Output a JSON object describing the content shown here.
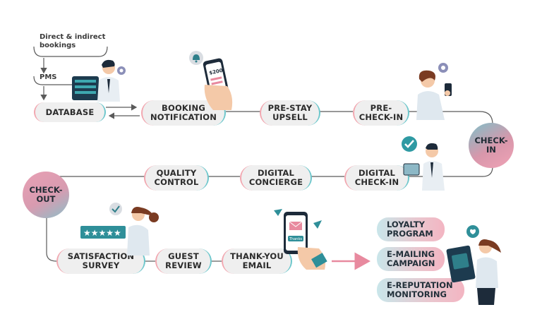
{
  "sources": {
    "bookings": "Direct & indirect\nbookings",
    "pms": "PMS"
  },
  "steps": {
    "database": "DATABASE",
    "booking_notification": "BOOKING\nNOTIFICATION",
    "pre_stay_upsell": "PRE-STAY\nUPSELL",
    "pre_check_in": "PRE-\nCHECK-IN",
    "check_in": "CHECK-\nIN",
    "digital_check_in": "DIGITAL\nCHECK-IN",
    "digital_concierge": "DIGITAL\nCONCIERGE",
    "quality_control": "QUALITY\nCONTROL",
    "check_out": "CHECK-\nOUT",
    "satisfaction_survey": "SATISFACTION\nSURVEY",
    "guest_review": "GUEST\nREVIEW",
    "thank_you_email": "THANK-YOU\nEMAIL"
  },
  "outcomes": {
    "loyalty": "LOYALTY\nPROGRAM",
    "emailing": "E-MAILING\nCAMPAIGN",
    "ereputation": "E-REPUTATION\nMONITORING"
  },
  "illustration_text": {
    "phone_price": "$200",
    "email_button": "Thanks"
  },
  "colors": {
    "pink": "#f2a7b0",
    "teal": "#6dc7cc",
    "pill_bg": "#efefef",
    "line": "#5a5a5a",
    "arrow_pink": "#e88a9f"
  },
  "icons": [
    "gear-icon",
    "check-icon",
    "bell-icon",
    "heart-icon",
    "star-icon",
    "envelope-icon",
    "paper-plane-icon"
  ]
}
